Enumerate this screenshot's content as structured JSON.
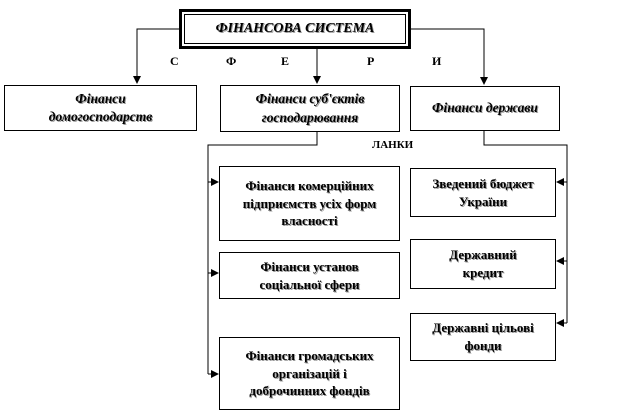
{
  "title": "ФІНАНСОВА СИСТЕМА",
  "spheres_word_letters": [
    "С",
    "Ф",
    "Е",
    "Р",
    "И"
  ],
  "spheres": {
    "households": "Фінанси\nдомогосподарств",
    "business": "Фінанси суб'єктів\nгосподарювання",
    "state": "Фінанси держави"
  },
  "links_label": "ЛАНКИ",
  "business_links": [
    "Фінанси комерційних\nпідприємств усіх  форм\nвласності",
    "Фінанси установ\nсоціальної  сфери",
    "Фінанси громадських\nорганізацій  і\nдоброчинних фондів"
  ],
  "state_links": [
    "Зведений бюджет\nУкраїни",
    "Державний\nкредит",
    "Державні цільові\nфонди"
  ]
}
